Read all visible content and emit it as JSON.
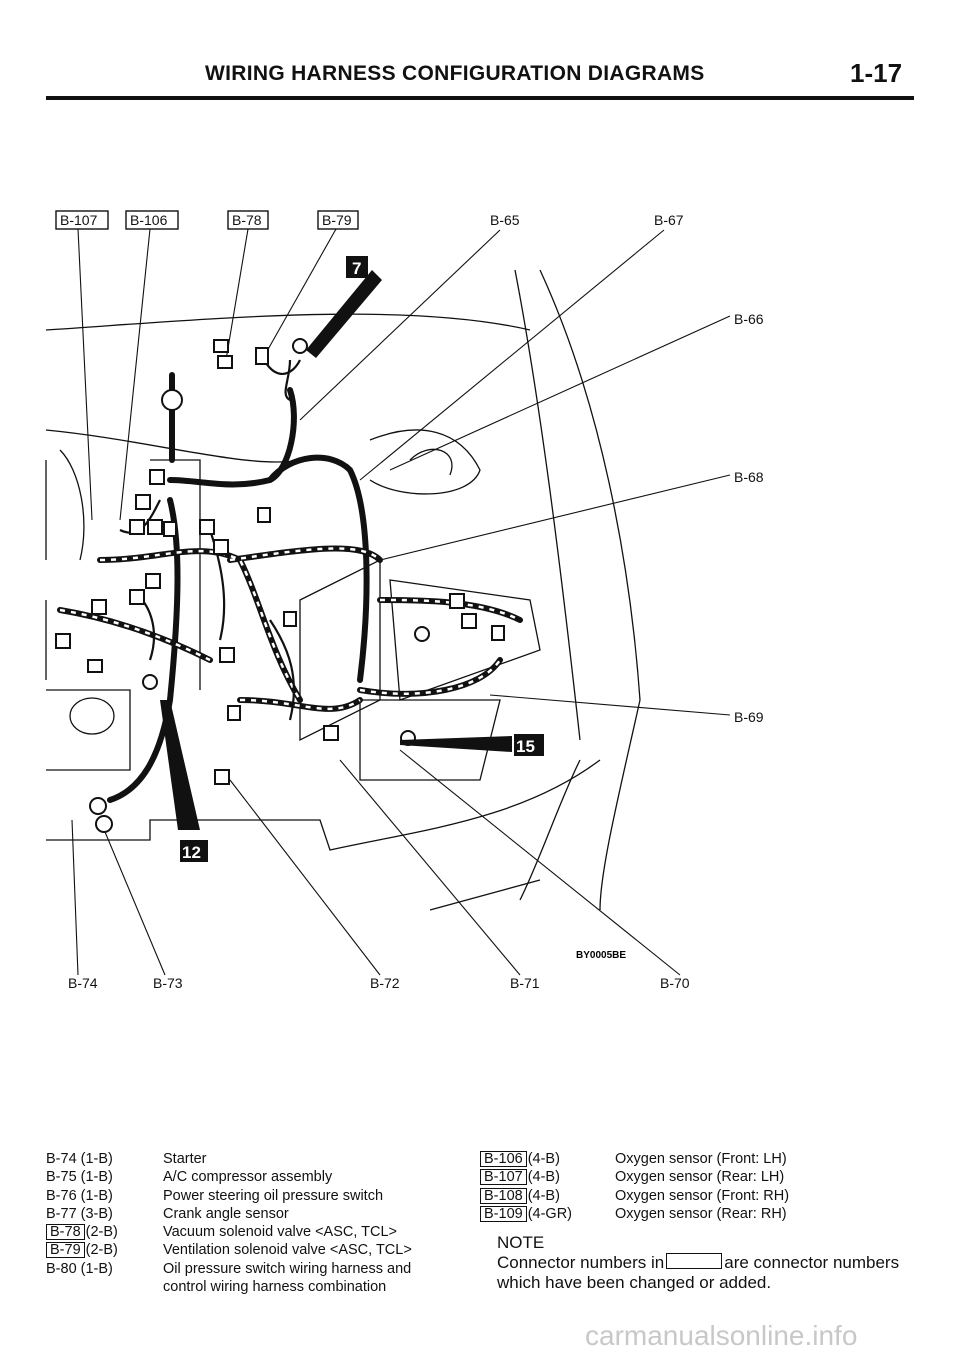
{
  "header": {
    "title": "WIRING HARNESS CONFIGURATION DIAGRAMS",
    "page": "1-17"
  },
  "diagram": {
    "top_connectors": [
      "B-107",
      "B-106",
      "B-78",
      "B-79"
    ],
    "top_plain": [
      "B-65",
      "B-67"
    ],
    "right_labels": [
      "B-66",
      "B-68",
      "B-69"
    ],
    "bottom_labels": [
      "B-74",
      "B-73",
      "B-72",
      "B-71",
      "B-70"
    ],
    "callouts": [
      "7",
      "15",
      "12"
    ],
    "figure_code": "BY0005BE"
  },
  "legend_left": {
    "codes": [
      "B-74 (1-B)",
      "B-75 (1-B)",
      "B-76 (1-B)",
      "B-77 (3-B)"
    ],
    "boxed_codes": [
      {
        "box": "B-78",
        "suffix": "(2-B)"
      },
      {
        "box": "B-79",
        "suffix": "(2-B)"
      }
    ],
    "last_code": "B-80 (1-B)",
    "descriptions": [
      "Starter",
      "A/C compressor assembly",
      "Power steering oil pressure switch",
      "Crank angle sensor",
      "Vacuum solenoid valve <ASC, TCL>",
      "Ventilation solenoid valve <ASC, TCL>",
      "Oil pressure switch wiring harness and",
      "control wiring harness combination"
    ]
  },
  "legend_right": [
    {
      "box": "B-106",
      "suffix": "(4-B)",
      "desc": "Oxygen sensor (Front: LH)"
    },
    {
      "box": "B-107",
      "suffix": "(4-B)",
      "desc": "Oxygen sensor (Rear: LH)"
    },
    {
      "box": "B-108",
      "suffix": "(4-B)",
      "desc": "Oxygen sensor (Front: RH)"
    },
    {
      "box": "B-109",
      "suffix": "(4-GR)",
      "desc": "Oxygen sensor (Rear: RH)"
    }
  ],
  "note": {
    "title": "NOTE",
    "before": "Connector numbers in",
    "after": "are connector numbers",
    "line2": "which have been changed or added."
  },
  "watermark": "carmanualsonline.info"
}
